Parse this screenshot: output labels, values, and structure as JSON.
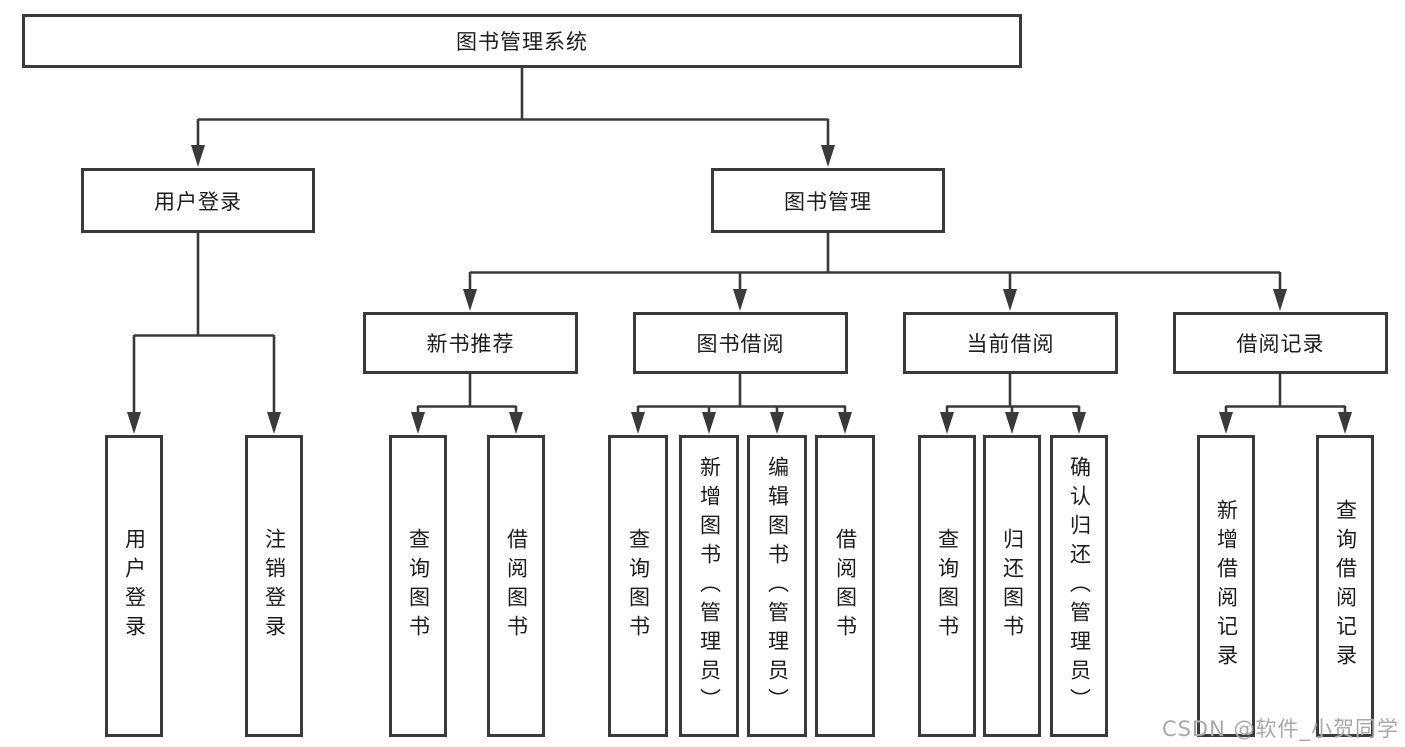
{
  "colors": {
    "line": "#3a3a3c",
    "text": "#1c1c1e",
    "watermark": "#a8a8a8",
    "background": "#ffffff"
  },
  "watermark": "CSDN @软件_小贺同学",
  "tree": {
    "root": "图书管理系统",
    "level2": [
      {
        "label": "用户登录"
      },
      {
        "label": "图书管理"
      }
    ],
    "level3": [
      {
        "label": "新书推荐"
      },
      {
        "label": "图书借阅"
      },
      {
        "label": "当前借阅"
      },
      {
        "label": "借阅记录"
      }
    ],
    "leaves": {
      "user_login": [
        "用户登录",
        "注销登录"
      ],
      "new_book_recommend": [
        "查询图书",
        "借阅图书"
      ],
      "book_borrowing": [
        "查询图书",
        "新增图书（管理员）",
        "编辑图书（管理员）",
        "借阅图书"
      ],
      "current_borrowing": [
        "查询图书",
        "归还图书",
        "确认归还（管理员）"
      ],
      "borrowing_records": [
        "新增借阅记录",
        "查询借阅记录"
      ]
    }
  }
}
